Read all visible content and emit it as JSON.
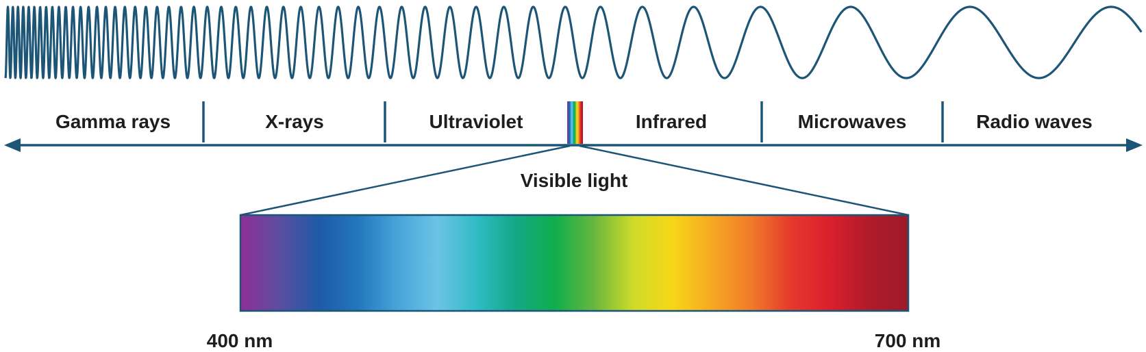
{
  "colors": {
    "line": "#1d5577",
    "text": "#1e1e1e",
    "spectrum_stops": [
      "#8e2f96",
      "#5b4ea1",
      "#1e5aa6",
      "#2377bd",
      "#47a4d8",
      "#6cc3e6",
      "#31bcc6",
      "#12a886",
      "#0fae4c",
      "#67b73d",
      "#cfdb2a",
      "#f7d617",
      "#f7a823",
      "#f07b2a",
      "#e63a2d",
      "#da1f2d",
      "#b01b29",
      "#9e1a2a"
    ]
  },
  "bands": [
    {
      "label": "Gamma rays"
    },
    {
      "label": "X-rays"
    },
    {
      "label": "Ultraviolet"
    },
    {
      "label": "Infrared"
    },
    {
      "label": "Microwaves"
    },
    {
      "label": "Radio waves"
    }
  ],
  "visible": {
    "label": "Visible light",
    "min_label": "400 nm",
    "max_label": "700 nm"
  }
}
